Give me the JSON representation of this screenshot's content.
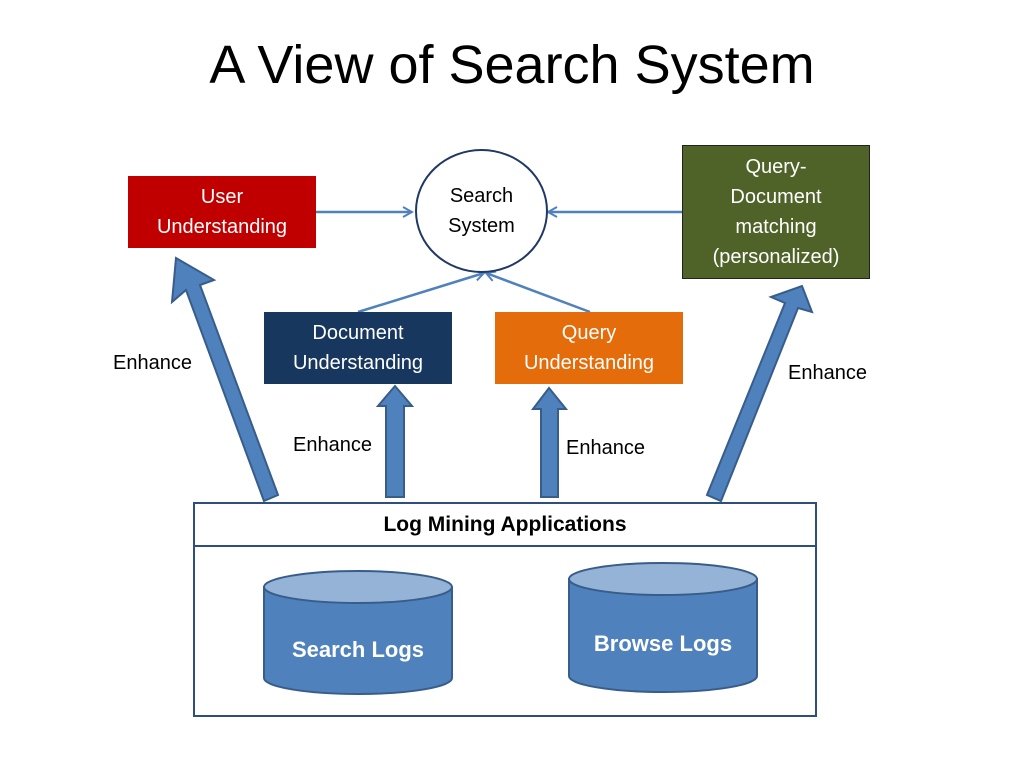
{
  "title": "A View of Search System",
  "nodes": {
    "user_understanding": "User Understanding",
    "search_system": "Search System",
    "query_doc_matching": "Query-Document matching (personalized)",
    "document_understanding": "Document Understanding",
    "query_understanding": "Query Understanding",
    "log_mining": "Log Mining Applications",
    "search_logs": "Search Logs",
    "browse_logs": "Browse Logs"
  },
  "edge_labels": {
    "enhance_user": "Enhance",
    "enhance_document": "Enhance",
    "enhance_query": "Enhance",
    "enhance_matching": "Enhance"
  },
  "colors": {
    "user_understanding": "#c00000",
    "query_doc_matching": "#4f6228",
    "document_understanding": "#17375e",
    "query_understanding": "#e46c0a",
    "arrow_fill": "#4f81bd",
    "arrow_stroke": "#385d8a",
    "cylinder_top": "#95b3d7",
    "connector": "#4f81bd"
  }
}
